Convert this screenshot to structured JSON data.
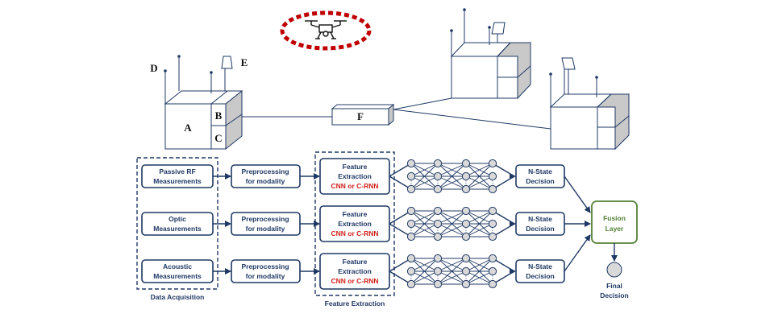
{
  "hardware": {
    "labels": {
      "a": "A",
      "b": "B",
      "c": "C",
      "d": "D",
      "e": "E",
      "f": "F"
    }
  },
  "pipeline": {
    "data_acquisition_caption": "Data Acquisition",
    "feature_extraction_caption": "Feature Extraction",
    "measurements": [
      {
        "line1": "Passive RF",
        "line2": "Measurements"
      },
      {
        "line1": "Optic",
        "line2": "Measurements"
      },
      {
        "line1": "Acoustic",
        "line2": "Measurements"
      }
    ],
    "preprocessing": {
      "line1": "Preprocessing",
      "line2": "for modality"
    },
    "feature_box": {
      "line1": "Feature",
      "line2": "Extraction",
      "line3": "CNN or C-RNN"
    },
    "decision": {
      "line1": "N-State",
      "line2": "Decision"
    },
    "fusion": {
      "line1": "Fusion",
      "line2": "Layer"
    },
    "final": {
      "line1": "Final",
      "line2": "Decision"
    },
    "ellipsis": "⋮"
  },
  "colors": {
    "navy": "#1f3864",
    "red": "#d0211b",
    "drone_ring": "#c00000",
    "fusion_border": "#548235"
  },
  "icons": [
    "drone-icon",
    "antenna-icon",
    "panel-icon",
    "arrow-icon",
    "neural-network-icon",
    "final-node-icon"
  ]
}
